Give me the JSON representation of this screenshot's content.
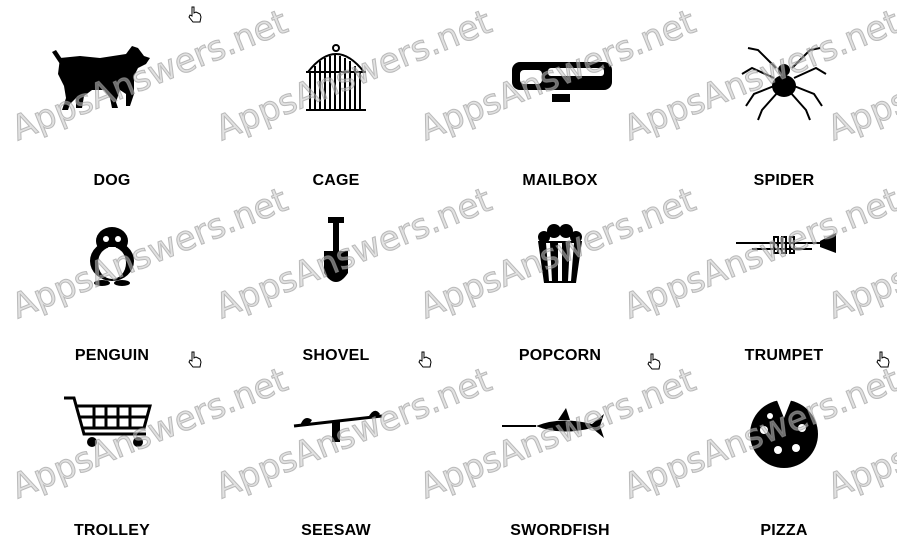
{
  "watermark": "AppsAnswers.net",
  "tiles": [
    {
      "label": "DOG",
      "icon": "dog-icon"
    },
    {
      "label": "CAGE",
      "icon": "cage-icon"
    },
    {
      "label": "MAILBOX",
      "icon": "mailbox-icon"
    },
    {
      "label": "SPIDER",
      "icon": "spider-icon"
    },
    {
      "label": "PENGUIN",
      "icon": "penguin-icon"
    },
    {
      "label": "SHOVEL",
      "icon": "shovel-icon"
    },
    {
      "label": "POPCORN",
      "icon": "popcorn-icon"
    },
    {
      "label": "TRUMPET",
      "icon": "trumpet-icon"
    },
    {
      "label": "TROLLEY",
      "icon": "trolley-icon"
    },
    {
      "label": "SEESAW",
      "icon": "seesaw-icon"
    },
    {
      "label": "SWORDFISH",
      "icon": "swordfish-icon"
    },
    {
      "label": "PIZZA",
      "icon": "pizza-icon"
    }
  ]
}
